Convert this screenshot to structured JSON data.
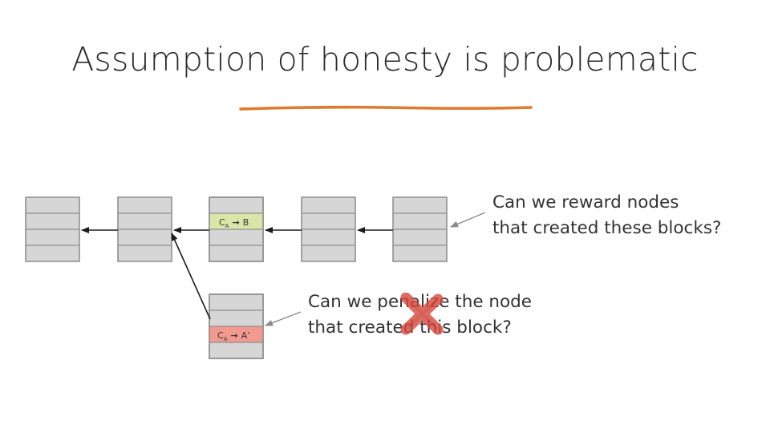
{
  "slide": {
    "title": "Assumption of honesty is problematic",
    "accent_color": "#e07a2e"
  },
  "diagram": {
    "main_chain_block_count": 5,
    "valid_transaction": {
      "from_base": "C",
      "from_sub": "A",
      "arrow": "→",
      "to": "B",
      "highlight_color": "#d9e6a8"
    },
    "fork_transaction": {
      "from_base": "C",
      "from_sub": "A",
      "arrow": "→",
      "to": "A’",
      "highlight_color": "#f39a90"
    },
    "cross_icon": "x-mark-icon",
    "cross_color": "#d94a3f"
  },
  "callouts": {
    "reward": {
      "line1": "Can we reward nodes",
      "line2": "that created these blocks?"
    },
    "penalize": {
      "line1": "Can we penalize the node",
      "line2": "that created this block?"
    }
  }
}
